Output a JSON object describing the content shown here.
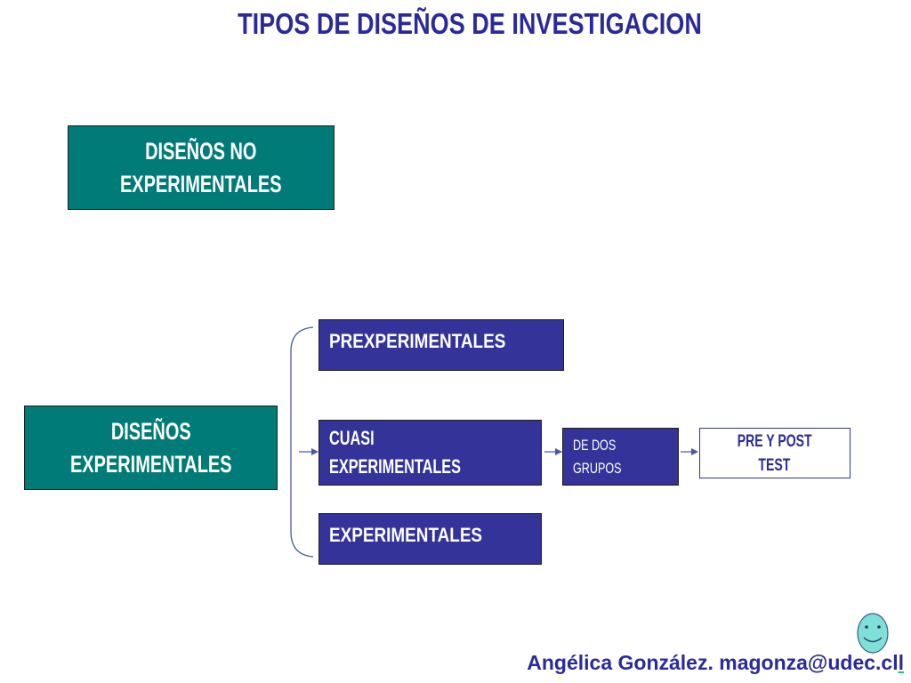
{
  "title": "TIPOS DE DISEÑOS DE INVESTIGACION",
  "boxes": {
    "no_experimentales": [
      "DISEÑOS NO",
      "EXPERIMENTALES"
    ],
    "experimentales_root": [
      "DISEÑOS",
      "EXPERIMENTALES"
    ],
    "prexperimentales": "PREXPERIMENTALES",
    "cuasi": [
      "CUASI",
      "EXPERIMENTALES"
    ],
    "experimentales": "EXPERIMENTALES",
    "de_dos_grupos": [
      "DE DOS",
      "GRUPOS"
    ],
    "pre_post_test": [
      "PRE Y POST",
      "TEST"
    ]
  },
  "footer": {
    "text": "Angélica González. magonza@udec.cl",
    "tail": "l"
  },
  "colors": {
    "teal": "#007b78",
    "navy": "#33339a",
    "title": "#2a2a9a",
    "smiley": "#7ee0d6"
  },
  "icons": {
    "smiley": "smiley-face-icon"
  }
}
